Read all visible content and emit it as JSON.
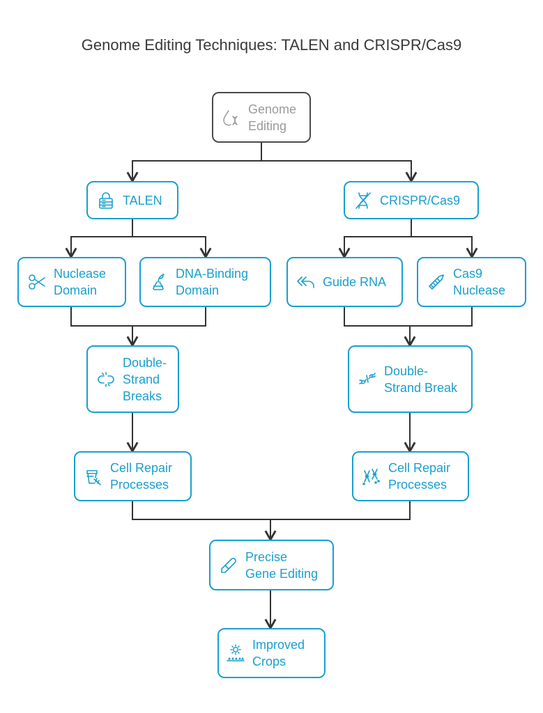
{
  "title": "Genome Editing Techniques: TALEN and CRISPR/Cas9",
  "nodes": {
    "root": {
      "lines": [
        "Genome",
        "Editing"
      ],
      "icon": "dna-drop-icon"
    },
    "talen": {
      "lines": [
        "TALEN"
      ],
      "icon": "lock-icon"
    },
    "crispr": {
      "lines": [
        "CRISPR/Cas9"
      ],
      "icon": "dna-strand-icon"
    },
    "nuclease_domain": {
      "lines": [
        "Nuclease",
        "Domain"
      ],
      "icon": "scissors-icon"
    },
    "dna_binding": {
      "lines": [
        "DNA-Binding",
        "Domain"
      ],
      "icon": "flask-icon"
    },
    "guide_rna": {
      "lines": [
        "Guide RNA"
      ],
      "icon": "double-arrow-back-icon"
    },
    "cas9": {
      "lines": [
        "Cas9",
        "Nuclease"
      ],
      "icon": "saw-icon"
    },
    "dsb_talen": {
      "lines": [
        "Double-",
        "Strand",
        "Breaks"
      ],
      "icon": "broken-link-icon"
    },
    "dsb_crispr": {
      "lines": [
        "Double-",
        "Strand Break"
      ],
      "icon": "broken-dna-icon"
    },
    "repair_talen": {
      "lines": [
        "Cell Repair",
        "Processes"
      ],
      "icon": "repair-kit-icon"
    },
    "repair_crispr": {
      "lines": [
        "Cell Repair",
        "Processes"
      ],
      "icon": "chromosomes-icon"
    },
    "precise": {
      "lines": [
        "Precise",
        "Gene Editing"
      ],
      "icon": "scalpel-icon"
    },
    "crops": {
      "lines": [
        "Improved",
        "Crops"
      ],
      "icon": "sun-crops-icon"
    }
  },
  "edges": [
    [
      "root",
      "talen"
    ],
    [
      "root",
      "crispr"
    ],
    [
      "talen",
      "nuclease_domain"
    ],
    [
      "talen",
      "dna_binding"
    ],
    [
      "crispr",
      "guide_rna"
    ],
    [
      "crispr",
      "cas9"
    ],
    [
      "nuclease_domain",
      "dsb_talen"
    ],
    [
      "dna_binding",
      "dsb_talen"
    ],
    [
      "guide_rna",
      "dsb_crispr"
    ],
    [
      "cas9",
      "dsb_crispr"
    ],
    [
      "dsb_talen",
      "repair_talen"
    ],
    [
      "dsb_crispr",
      "repair_crispr"
    ],
    [
      "repair_talen",
      "precise"
    ],
    [
      "repair_crispr",
      "precise"
    ],
    [
      "precise",
      "crops"
    ]
  ],
  "colors": {
    "accent": "#1a9fce",
    "root_border": "#4a4a4a",
    "root_text": "#9a9a9a",
    "line": "#333333",
    "title": "#3a3a3a"
  }
}
